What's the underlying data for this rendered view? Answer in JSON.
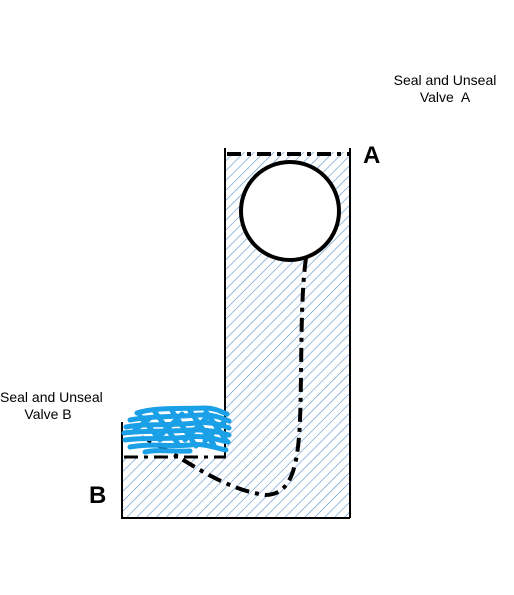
{
  "annotations": {
    "valve_a": {
      "line1": "Seal and Unseal",
      "line2": "Valve  A"
    },
    "valve_b": {
      "line1": "Seal and Unseal",
      "line2": "Valve B"
    }
  },
  "labels": {
    "a": "A",
    "b": "B"
  },
  "colors": {
    "outline": "#000000",
    "hatch": "#5b8fc9",
    "blue_blob": "#1aa0e6",
    "background": "#ffffff"
  }
}
